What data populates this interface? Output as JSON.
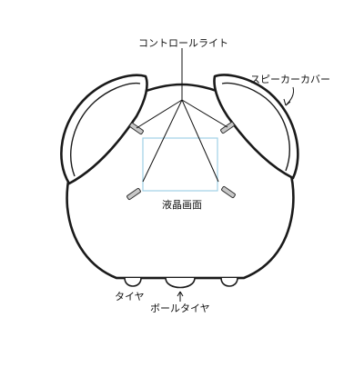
{
  "labels": {
    "control_light": "コントロールライト",
    "speaker_cover": "スピーカーカバー",
    "lcd_screen": "液晶画面",
    "tire": "タイヤ",
    "ball_tire": "ボールタイヤ"
  },
  "colors": {
    "outline": "#1a1a1a",
    "screen_border": "#9fd0e6",
    "leader_line": "#111111",
    "background": "#ffffff"
  }
}
